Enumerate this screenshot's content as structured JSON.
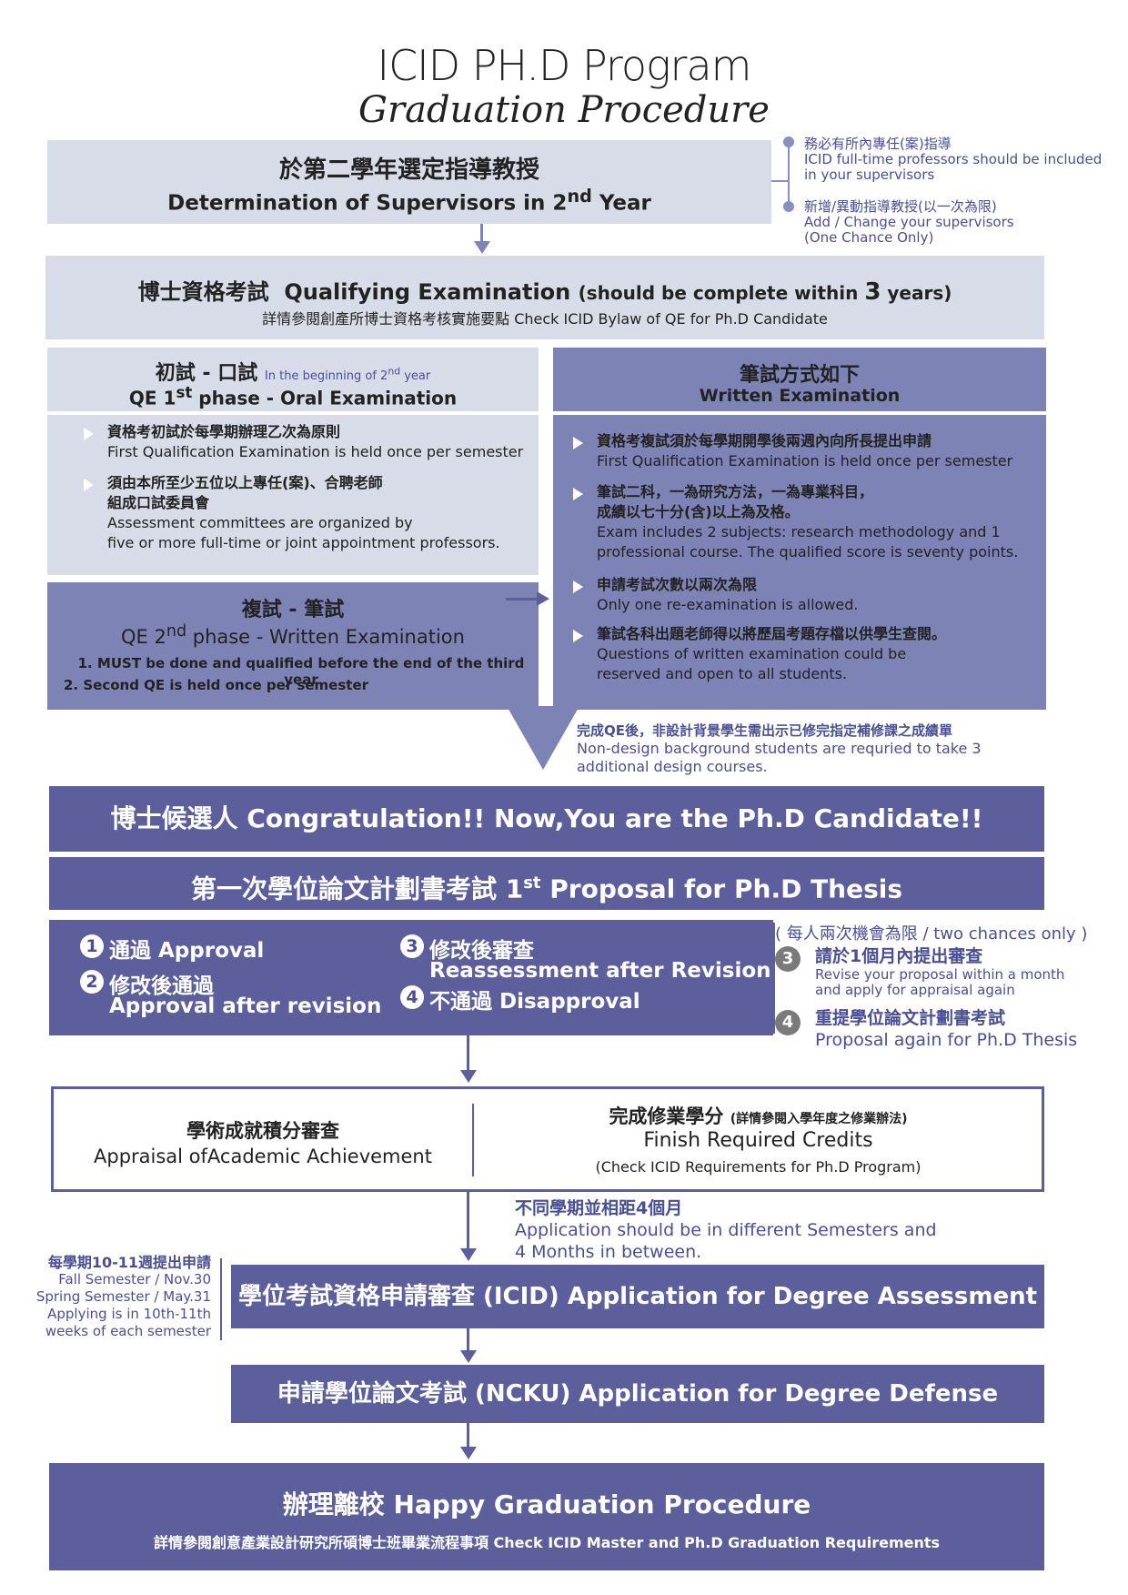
{
  "title": {
    "main": "ICID PH.D Program",
    "sub": "Graduation Procedure"
  },
  "supervisor": {
    "zh": "於第二學年選定指導教授",
    "en_prefix": "Determination of Supervisors in 2",
    "en_sup": "nd",
    "en_suffix": " Year"
  },
  "supervisor_notes": [
    {
      "zh": "務必有所內專任(案)指導",
      "en": "ICID full-time professors should be included in your supervisors"
    },
    {
      "zh": "新增/異動指導教授(以一次為限)",
      "en1": "Add / Change your supervisors",
      "en2": "(One Chance Only)"
    }
  ],
  "qualifying": {
    "zh": "博士資格考試",
    "en": "Qualifying Examination",
    "note_prefix": "(should be complete within ",
    "note_num": "3",
    "note_suffix": " years)",
    "sub": "詳情參閱創產所博士資格考核實施要點  Check ICID Bylaw of QE for Ph.D Candidate"
  },
  "oral": {
    "zh": "初試 - 口試",
    "tag_prefix": "In the beginning of 2",
    "tag_sup": "nd",
    "tag_suffix": " year",
    "en_prefix": "QE 1",
    "en_sup": "st",
    "en_suffix": " phase - Oral Examination",
    "items": [
      {
        "zh": "資格考初試於每學期辦理乙次為原則",
        "en": "First Qualification Examination is held once per semester"
      },
      {
        "zh1": "須由本所至少五位以上專任(案)、合聘老師",
        "zh2": "組成口試委員會",
        "en1": "Assessment committees are organized by",
        "en2": "five or more full-time or joint appointment professors."
      }
    ]
  },
  "written_phase": {
    "zh": "複試 - 筆試",
    "en_prefix": "QE 2",
    "en_sup": "nd",
    "en_suffix": " phase - Written Examination",
    "rules": [
      "1. MUST be done and qualified before the end of the third year",
      "2. Second QE is held once per semester"
    ]
  },
  "written_exam": {
    "zh": "筆試方式如下",
    "en": "Written Examination",
    "items": [
      {
        "zh": "資格考複試須於每學期開學後兩週內向所長提出申請",
        "en": "First Qualification Examination is held once per semester"
      },
      {
        "zh1": "筆試二科，一為研究方法，一為專業科目，",
        "zh2": "成績以七十分(含)以上為及格。",
        "en1": "Exam includes 2 subjects: research methodology and 1",
        "en2": "professional course. The qualified score is seventy points."
      },
      {
        "zh": "申請考試次數以兩次為限",
        "en": "Only one re-examination is allowed."
      },
      {
        "zh": "筆試各科出題老師得以將歷屆考題存檔以供學生查閱。",
        "en1": "Questions of written examination could be",
        "en2": "reserved and open to all students."
      }
    ]
  },
  "qe_after_note": {
    "zh": "完成QE後，非設計背景學生需出示已修完指定補修課之成績單",
    "en1": "Non-design background students are requried to take 3",
    "en2": "additional design courses."
  },
  "candidate": {
    "text": "博士候選人 Congratulation!! Now,You are the Ph.D Candidate!!"
  },
  "proposal": {
    "prefix": "第一次學位論文計劃書考試 1",
    "sup": "st",
    "suffix": " Proposal for Ph.D Thesis"
  },
  "outcomes": [
    {
      "num": "1",
      "line1": "通過 Approval"
    },
    {
      "num": "2",
      "line1": "修改後通過",
      "line2": "Approval after revision"
    },
    {
      "num": "3",
      "line1": "修改後審查",
      "line2": "Reassessment after Revision"
    },
    {
      "num": "4",
      "line1": "不通過 Disapproval"
    }
  ],
  "chance_note": "( 每人兩次機會為限 / two chances only )",
  "retry_notes": [
    {
      "num": "3",
      "zh": "請於1個月內提出審查",
      "en1": "Revise your proposal within a month",
      "en2": "and apply for appraisal again"
    },
    {
      "num": "4",
      "zh": "重提學位論文計劃書考試",
      "en": "Proposal again for Ph.D Thesis"
    }
  ],
  "appraisal": {
    "zh": "學術成就積分審查",
    "en": "Appraisal ofAcademic Achievement"
  },
  "credits": {
    "zh": "完成修業學分",
    "zh_small": "(詳情參閱入學年度之修業辦法)",
    "en": "Finish Required Credits",
    "sub": "(Check ICID Requirements for Ph.D Program)"
  },
  "semester_note": {
    "zh": "不同學期並相距4個月",
    "en1": "Application should be in different Semesters and",
    "en2": "4 Months in between."
  },
  "week_note": {
    "zh": "每學期10-11週提出申請",
    "l1": "Fall Semester / Nov.30",
    "l2": "Spring Semester / May.31",
    "l3": "Applying is in 10th-11th",
    "l4": "weeks of each semester"
  },
  "degree_assessment": "學位考試資格申請審查 (ICID) Application for Degree Assessment",
  "degree_defense": "申請學位論文考試 (NCKU) Application for Degree Defense",
  "graduation": {
    "title": "辦理離校 Happy Graduation Procedure",
    "sub": "詳情參閱創意產業設計研究所碩博士班畢業流程事項 Check ICID Master and Ph.D Graduation Requirements"
  },
  "colors": {
    "light": "#d8dbe8",
    "mid": "#7d84b5",
    "dark": "#5c5f9c",
    "accent_text": "#4a4f95"
  }
}
